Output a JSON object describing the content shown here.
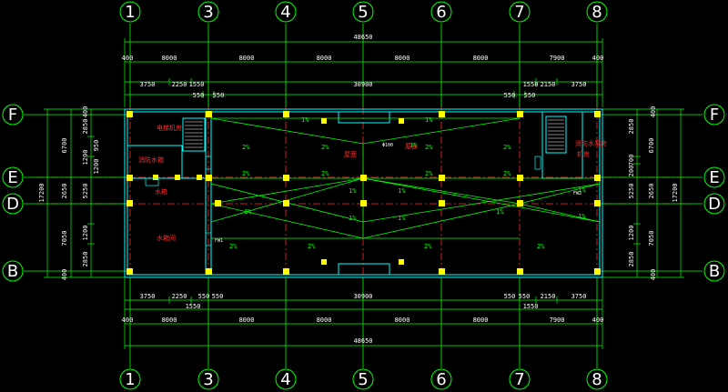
{
  "axes": {
    "vertical": [
      {
        "id": "v1",
        "label": "1"
      },
      {
        "id": "v3",
        "label": "3"
      },
      {
        "id": "v4",
        "label": "4"
      },
      {
        "id": "v5",
        "label": "5"
      },
      {
        "id": "v6",
        "label": "6"
      },
      {
        "id": "v7",
        "label": "7"
      },
      {
        "id": "v8",
        "label": "8"
      }
    ],
    "horizontal": [
      {
        "id": "hF",
        "label": "F"
      },
      {
        "id": "hE",
        "label": "E"
      },
      {
        "id": "hD",
        "label": "D"
      },
      {
        "id": "hB",
        "label": "B"
      }
    ]
  },
  "dims_top": {
    "total": "48650",
    "row2": [
      "400",
      "8000",
      "8000",
      "8000",
      "8000",
      "8000",
      "7900",
      "400"
    ],
    "row3": [
      "3750",
      "2250",
      "1550",
      "30900",
      "1550",
      "2150",
      "3750"
    ],
    "row4": [
      "550",
      "550",
      "550",
      "550"
    ]
  },
  "dims_bottom": {
    "total": "48650",
    "row2": [
      "400",
      "8000",
      "8000",
      "8000",
      "8000",
      "8000",
      "7900",
      "400"
    ],
    "row3": [
      "3750",
      "2250",
      "550",
      "550",
      "30900",
      "550",
      "550",
      "2150",
      "3750"
    ],
    "row4": [
      "1550",
      "1550"
    ]
  },
  "dims_left": {
    "total": "17200",
    "row2": [
      "6700",
      "2650",
      "7050"
    ],
    "row3": [
      "400",
      "2850",
      "1200",
      "950",
      "1200",
      "5250",
      "1200",
      "2850",
      "400"
    ]
  },
  "dims_right": {
    "total": "17200",
    "row2": [
      "6700",
      "2650",
      "7050"
    ],
    "row3": [
      "400",
      "2850",
      "700",
      "200",
      "5250",
      "1200",
      "2850",
      "400"
    ]
  },
  "slopes": [
    "1%",
    "1%",
    "1%",
    "1%",
    "1%",
    "1%",
    "1%",
    "1%",
    "1%",
    "1%",
    "1%",
    "2%",
    "2%",
    "2%",
    "2%",
    "2%",
    "2%",
    "2%",
    "2%",
    "2%",
    "2%",
    "2%",
    "2%"
  ],
  "rooms": {
    "left_top": "电梯机房",
    "left_mid": "消防水箱",
    "left_lower": "水箱",
    "left_big": "水箱间",
    "center": "屋面",
    "center_label": "屋面",
    "right_top": "消防水泵房",
    "right_top2": "机房"
  },
  "tags": {
    "fw1": "FW1",
    "fw2": "FW2",
    "hole": "Φ100"
  },
  "colors": {
    "grid": "#00ff00",
    "axis_dash": "#ff2a2a",
    "wall": "#00ffff",
    "column": "#ffff00",
    "text": "#ffffff",
    "room": "#ff2a2a"
  }
}
